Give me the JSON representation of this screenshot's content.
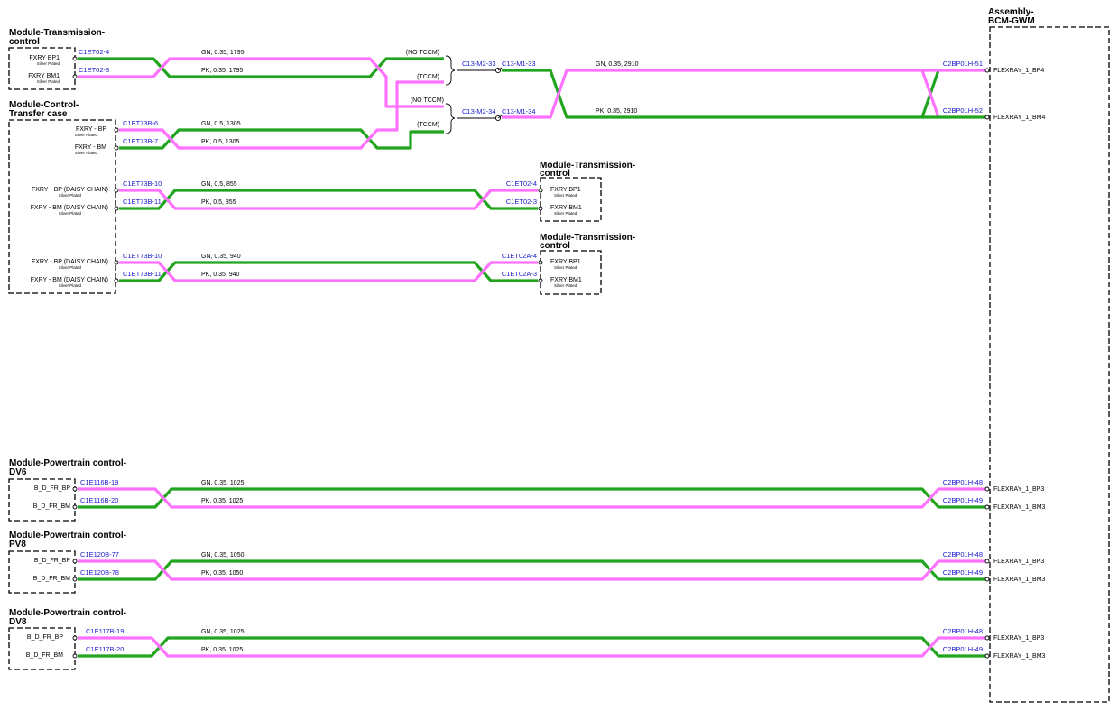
{
  "colors": {
    "gn_wire": "#22a51e",
    "pk_wire": "#ff72ff",
    "connector_text": "#1a1acc"
  },
  "modules": {
    "tcm_top": {
      "title_line1": "Module-Transmission-",
      "title_line2": "control",
      "pins": [
        {
          "name": "FXRY BP1",
          "plating": "Silver Plated"
        },
        {
          "name": "FXRY BM1",
          "plating": "Silver Plated"
        }
      ]
    },
    "transfer_case": {
      "title_line1": "Module-Control-",
      "title_line2": "Transfer case",
      "pins": [
        {
          "name": "FXRY - BP",
          "plating": "Silver Plated"
        },
        {
          "name": "FXRY - BM",
          "plating": "Silver Plated"
        },
        {
          "name": "FXRY - BP (DAISY CHAIN)",
          "plating": "Silver Plated"
        },
        {
          "name": "FXRY - BM (DAISY CHAIN)",
          "plating": "Silver Plated"
        },
        {
          "name": "FXRY - BP (DAISY CHAIN)",
          "plating": "Silver Plated"
        },
        {
          "name": "FXRY - BM (DAISY CHAIN)",
          "plating": "Silver Plated"
        }
      ]
    },
    "tcm_mid1": {
      "title_line1": "Module-Transmission-",
      "title_line2": "control",
      "pins": [
        {
          "name": "FXRY BP1",
          "plating": "Silver Plated"
        },
        {
          "name": "FXRY BM1",
          "plating": "Silver Plated"
        }
      ]
    },
    "tcm_mid2": {
      "title_line1": "Module-Transmission-",
      "title_line2": "control",
      "pins": [
        {
          "name": "FXRY BP1",
          "plating": "Silver Plated"
        },
        {
          "name": "FXRY BM1",
          "plating": "Silver Plated"
        }
      ]
    },
    "bcm": {
      "title_line1": "Assembly-",
      "title_line2": "BCM-GWM",
      "pins": [
        "FLEXRAY_1_BP4",
        "FLEXRAY_1_BM4",
        "FLEXRAY_1_BP3",
        "FLEXRAY_1_BM3",
        "FLEXRAY_1_BP3",
        "FLEXRAY_1_BM3",
        "FLEXRAY_1_BP3",
        "FLEXRAY_1_BM3"
      ]
    },
    "pcm_dv6": {
      "title_line1": "Module-Powertrain control-",
      "title_line2": "DV6",
      "pins": [
        "B_D_FR_BP",
        "B_D_FR_BM"
      ]
    },
    "pcm_pv8": {
      "title_line1": "Module-Powertrain control-",
      "title_line2": "PV8",
      "pins": [
        "B_D_FR_BP",
        "B_D_FR_BM"
      ]
    },
    "pcm_dv8": {
      "title_line1": "Module-Powertrain control-",
      "title_line2": "DV8",
      "pins": [
        "B_D_FR_BP",
        "B_D_FR_BM"
      ]
    }
  },
  "circuits": {
    "tcm_top": {
      "conn_a": "C1ET02-4",
      "conn_b": "C1ET02-3",
      "wire_a": "GN,  0.35,  1795",
      "wire_b": "PK,  0.35,  1795"
    },
    "transfer_top": {
      "conn_a": "C1ET73B-6",
      "conn_b": "C1ET73B-7",
      "wire_a": "GN,  0.5,  1305",
      "wire_b": "PK,  0.5,  1305"
    },
    "options": {
      "no_tccm_1": "(NO TCCM)",
      "tccm_1": "(TCCM)",
      "no_tccm_2": "(NO TCCM)",
      "tccm_2": "(TCCM)"
    },
    "splice": {
      "a_left": "C13-M2-33",
      "a_right": "C13-M1-33",
      "b_left": "C13-M2-34",
      "b_right": "C13-M1-34",
      "wire_a": "GN,  0.35,  2910",
      "wire_b": "PK,  0.35,  2910",
      "bcm_a": "C2BP01H-51",
      "bcm_b": "C2BP01H-52"
    },
    "daisy1": {
      "left_a": "C1ET73B-10",
      "left_b": "C1ET73B-11",
      "wire_a": "GN,  0.5,  855",
      "wire_b": "PK,  0.5,  855",
      "right_a": "C1ET02-4",
      "right_b": "C1ET02-3"
    },
    "daisy2": {
      "left_a": "C1ET73B-10",
      "left_b": "C1ET73B-11",
      "wire_a": "GN,  0.35,  940",
      "wire_b": "PK,  0.35,  940",
      "right_a": "C1ET02A-4",
      "right_b": "C1ET02A-3"
    },
    "dv6": {
      "left_a": "C1E116B-19",
      "left_b": "C1E116B-20",
      "wire_a": "GN,  0.35,  1025",
      "wire_b": "PK,  0.35,  1025",
      "right_a": "C2BP01H-48",
      "right_b": "C2BP01H-49"
    },
    "pv8": {
      "left_a": "C1E120B-77",
      "left_b": "C1E120B-78",
      "wire_a": "GN,  0.35,  1050",
      "wire_b": "PK,  0.35,  1050",
      "right_a": "C2BP01H-48",
      "right_b": "C2BP01H-49"
    },
    "dv8": {
      "left_a": "C1E117B-19",
      "left_b": "C1E117B-20",
      "wire_a": "GN,  0.35,  1025",
      "wire_b": "PK,  0.35,  1025",
      "right_a": "C2BP01H-48",
      "right_b": "C2BP01H-49"
    }
  }
}
